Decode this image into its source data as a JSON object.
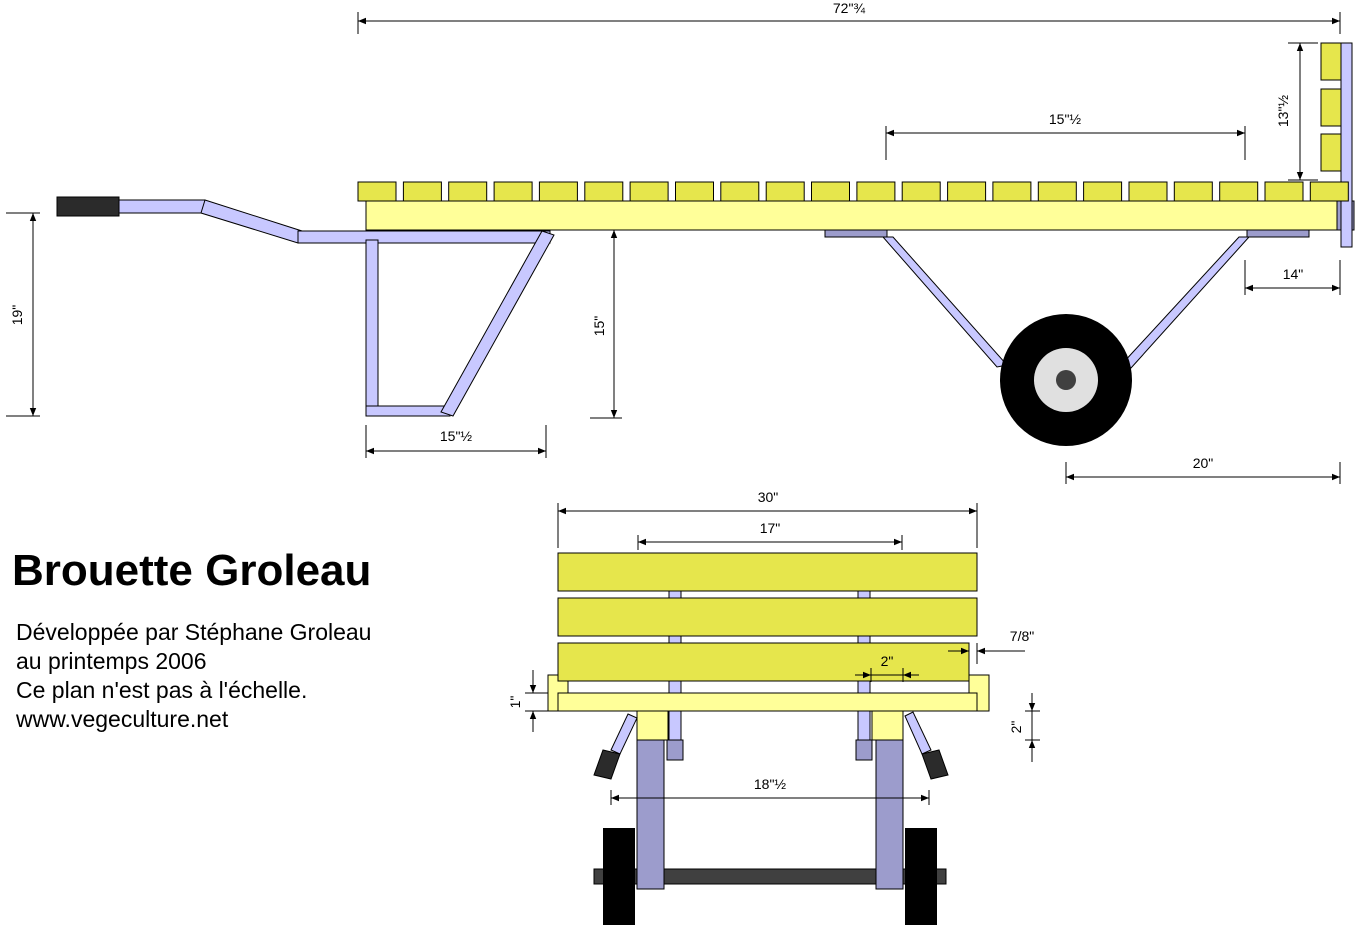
{
  "title": "Brouette Groleau",
  "info_lines": [
    "Développée par Stéphane Groleau",
    "au printemps 2006",
    "Ce plan n'est pas à l'échelle.",
    "www.vegeculture.net"
  ],
  "dimensions": {
    "overall_length": "72\"¾",
    "board_span": "15\"½",
    "back_height": "13\"½",
    "handle_height": "19\"",
    "leg_height": "15\"",
    "leg_base": "15\"½",
    "rear_overhang": "14\"",
    "wheel_offset": "20\"",
    "front_width": "30\"",
    "rail_spacing": "17\"",
    "board_gap": "7/8\"",
    "board_width": "2\"",
    "frame_thickness": "1\"",
    "block_height": "2\"",
    "wheel_track": "18\"½"
  },
  "colors": {
    "wood": "#FFFF99",
    "wood_front": "#E6E64C",
    "metal": "#C8C8FF",
    "metal_dark": "#9C9CCC",
    "tire": "#000000",
    "hub": "#E0E0E0",
    "axle": "#404040",
    "grip": "#2b2b2b"
  }
}
